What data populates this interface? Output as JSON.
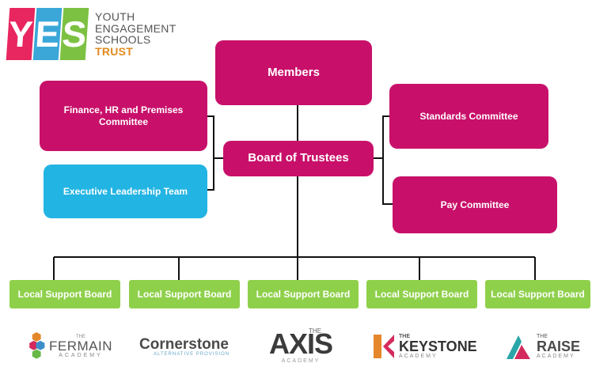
{
  "trust_logo": {
    "letters": [
      "Y",
      "E",
      "S"
    ],
    "line1": "YOUTH",
    "line2": "ENGAGEMENT",
    "line3": "SCHOOLS",
    "line4": "TRUST",
    "colors": {
      "y": "#e8265f",
      "e": "#3aa7d8",
      "s": "#7dc142",
      "trust": "#e08a1e"
    }
  },
  "nodes": {
    "members": "Members",
    "board": "Board of Trustees",
    "finance": "Finance, HR and Premises Committee",
    "executive": "Executive Leadership Team",
    "standards": "Standards Committee",
    "pay": "Pay Committee"
  },
  "local_boards": [
    "Local Support Board",
    "Local Support Board",
    "Local Support Board",
    "Local Support Board",
    "Local Support Board"
  ],
  "schools": {
    "fermain": {
      "small": "THE",
      "name": "FERMAIN",
      "sub": "ACADEMY"
    },
    "cornerstone": {
      "name": "Cornerstone",
      "sub": "ALTERNATIVE PROVISION"
    },
    "axis": {
      "name": "AXIS",
      "small": "THE",
      "sub": "ACADEMY"
    },
    "keystone": {
      "small": "THE",
      "name": "KEYSTONE",
      "sub": "ACADEMY"
    },
    "raise": {
      "small": "THE",
      "name": "RAISE",
      "sub": "ACADEMY"
    }
  },
  "colors": {
    "magenta": "#c8106a",
    "blue": "#22b4e3",
    "green": "#8fd04b",
    "connector": "#111111"
  }
}
